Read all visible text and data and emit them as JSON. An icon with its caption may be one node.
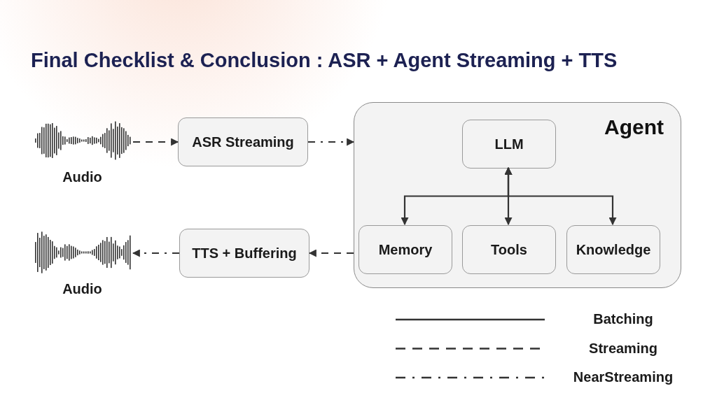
{
  "diagram": {
    "title": "Final Checklist & Conclusion : ASR + Agent Streaming + TTS",
    "nodes": [
      {
        "text": [],
        "shape": "picture",
        "beside": [
          "Audio"
        ]
      },
      {
        "text": [
          "ASR Streaming"
        ]
      },
      {
        "text": [
          "Agent"
        ]
      },
      {
        "text": [
          "LLM"
        ],
        "in": 2
      },
      {
        "text": [
          "Memory"
        ],
        "in": 2
      },
      {
        "text": [
          "Tools"
        ],
        "in": 2
      },
      {
        "text": [
          "Knowledge"
        ],
        "in": 2
      },
      {
        "text": [
          "TTS + Buffering"
        ]
      },
      {
        "text": [],
        "shape": "picture",
        "beside": [
          "Audio"
        ]
      }
    ],
    "edges": [
      {
        "from": 0,
        "to": 1,
        "arrow": "to",
        "style": "dashed"
      },
      {
        "from": 1,
        "to": 2,
        "arrow": "to",
        "style": "dashed"
      },
      {
        "from": 3,
        "to": 4,
        "arrow": "both"
      },
      {
        "from": 3,
        "to": 5,
        "arrow": "both"
      },
      {
        "from": 3,
        "to": 6,
        "arrow": "both"
      },
      {
        "from": 2,
        "to": 7,
        "arrow": "to",
        "style": "dashed"
      },
      {
        "from": 7,
        "to": 8,
        "arrow": "to",
        "style": "dashed"
      }
    ],
    "legend": [
      {
        "text": "Batching"
      },
      {
        "text": "Streaming"
      },
      {
        "text": "NearStreaming"
      }
    ]
  }
}
